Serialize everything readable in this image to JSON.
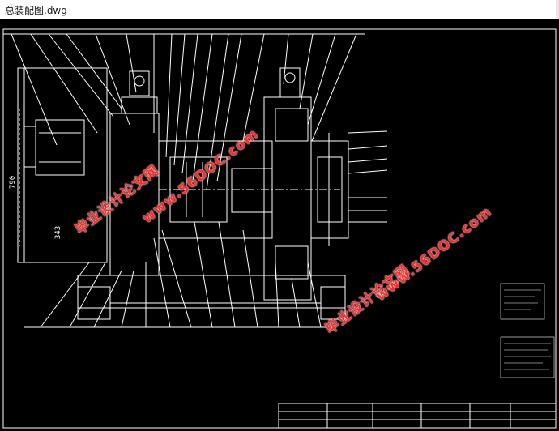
{
  "window": {
    "title": "总装配图.dwg"
  },
  "drawing": {
    "dimensions": {
      "overall_height": "790",
      "center_height": "343"
    },
    "watermarks": [
      {
        "text": "毕业设计论文网"
      },
      {
        "text": "www.56DOC.com"
      },
      {
        "text": "毕业设计论文网"
      },
      {
        "text": "www.56DOC.com"
      }
    ],
    "colors": {
      "background": "#000000",
      "drawing_lines": "#ffffff",
      "watermark": "#ff2a2a"
    }
  }
}
